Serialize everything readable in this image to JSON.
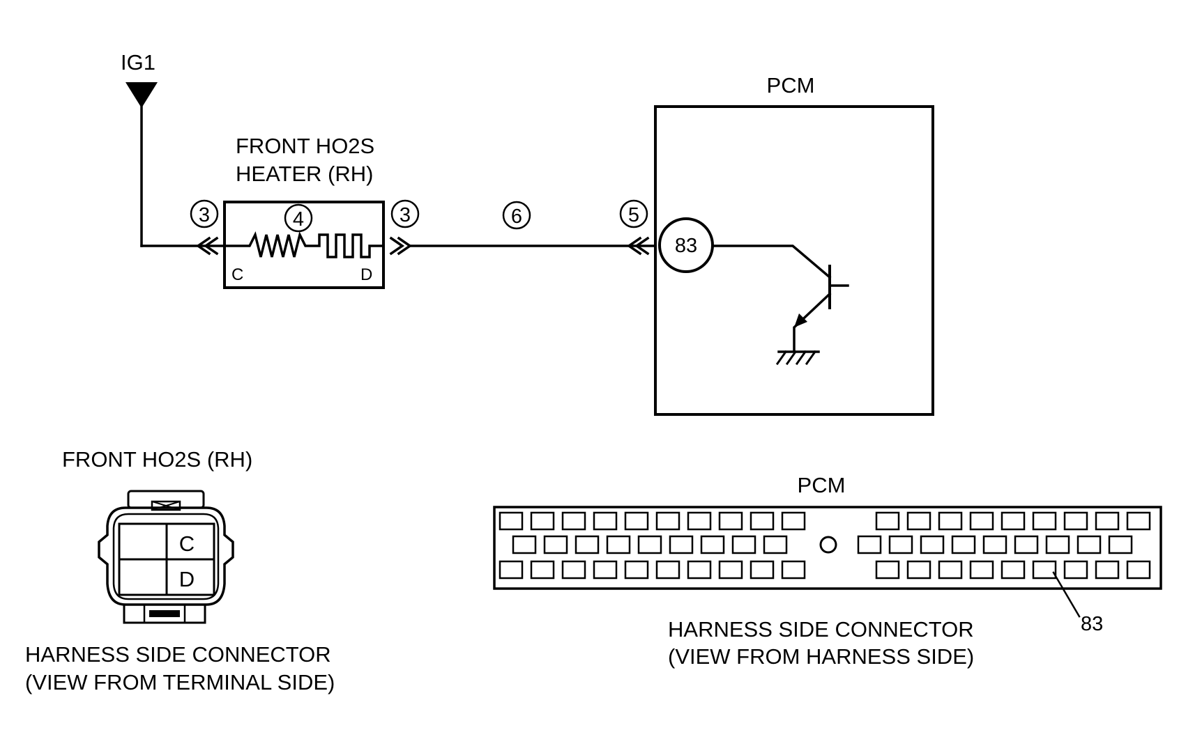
{
  "ig1": "IG1",
  "heater": {
    "title_line1": "FRONT HO2S",
    "title_line2": "HEATER (RH)",
    "terminal_c": "C",
    "terminal_d": "D"
  },
  "callouts": {
    "left_connector": "3",
    "heater_element": "4",
    "right_connector": "3",
    "wire": "6",
    "pcm_connector": "5"
  },
  "pcm": {
    "title": "PCM",
    "terminal": "83"
  },
  "ho2s_connector": {
    "title": "FRONT HO2S (RH)",
    "cell_c": "C",
    "cell_d": "D",
    "caption_line1": "HARNESS SIDE CONNECTOR",
    "caption_line2": "(VIEW FROM TERMINAL SIDE)"
  },
  "pcm_connector": {
    "title": "PCM",
    "pointer_label": "83",
    "caption_line1": "HARNESS SIDE CONNECTOR",
    "caption_line2": "(VIEW FROM HARNESS SIDE)"
  }
}
